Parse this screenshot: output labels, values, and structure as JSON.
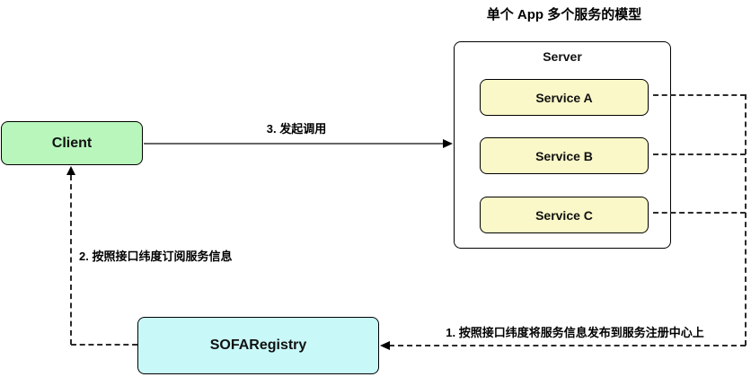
{
  "title": "单个 App 多个服务的模型",
  "colors": {
    "client_fill": "#b9f6bc",
    "service_fill": "#faf8c8",
    "registry_fill": "#c9f8f8",
    "border": "#000000",
    "solid_line": "#666666",
    "dashed_line": "#2b2b2b"
  },
  "nodes": {
    "client": {
      "label": "Client"
    },
    "server": {
      "label": "Server"
    },
    "services": [
      {
        "label": "Service A"
      },
      {
        "label": "Service B"
      },
      {
        "label": "Service C"
      }
    ],
    "registry": {
      "label": "SOFARegistry"
    }
  },
  "edges": {
    "invoke": {
      "label": "3. 发起调用",
      "style": "solid",
      "from": "Client",
      "to": "Server"
    },
    "subscribe": {
      "label": "2. 按照接口纬度订阅服务信息",
      "style": "dashed",
      "from": "SOFARegistry",
      "to": "Client"
    },
    "publish": {
      "label": "1. 按照接口纬度将服务信息发布到服务注册中心上",
      "style": "dashed",
      "from": "Services",
      "to": "SOFARegistry"
    }
  }
}
